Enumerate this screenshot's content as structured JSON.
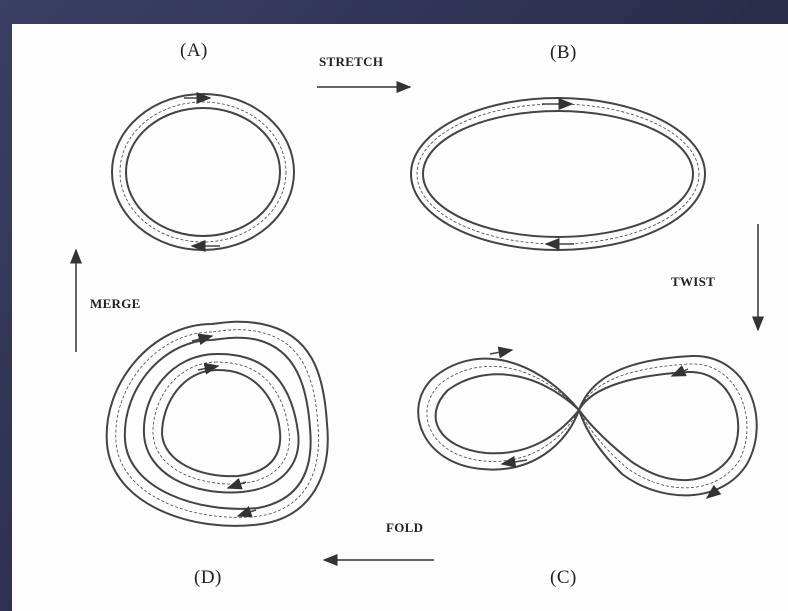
{
  "labels": {
    "a": "(A)",
    "b": "(B)",
    "c": "(C)",
    "d": "(D)"
  },
  "operations": {
    "stretch": "STRETCH",
    "twist": "TWIST",
    "fold": "FOLD",
    "merge": "MERGE"
  },
  "colors": {
    "background": "#2f3355",
    "paper": "#fdfdfd",
    "ink": "#333333"
  }
}
